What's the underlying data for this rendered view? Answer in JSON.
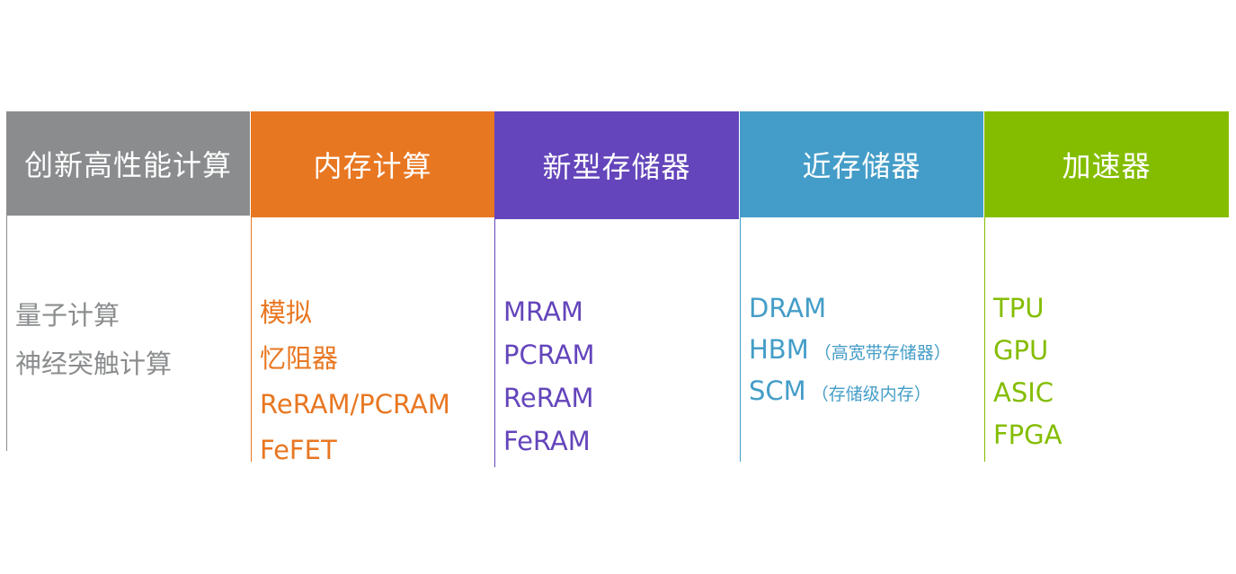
{
  "columns": [
    {
      "header": "创新高性能计算",
      "color": "#8a8c8e",
      "items": [
        {
          "label": "量子计算",
          "note": ""
        },
        {
          "label": "神经突触计算",
          "note": ""
        }
      ]
    },
    {
      "header": "内存计算",
      "color": "#e87722",
      "items": [
        {
          "label": "模拟",
          "note": ""
        },
        {
          "label": "忆阻器",
          "note": ""
        },
        {
          "label": "ReRAM/PCRAM",
          "note": ""
        },
        {
          "label": "FeFET",
          "note": ""
        }
      ]
    },
    {
      "header": "新型存储器",
      "color": "#6445bb",
      "items": [
        {
          "label": "MRAM",
          "note": ""
        },
        {
          "label": "PCRAM",
          "note": ""
        },
        {
          "label": "ReRAM",
          "note": ""
        },
        {
          "label": "FeRAM",
          "note": ""
        }
      ]
    },
    {
      "header": "近存储器",
      "color": "#449dc8",
      "items": [
        {
          "label": "DRAM",
          "note": ""
        },
        {
          "label": "HBM",
          "note": "（高宽带存储器）"
        },
        {
          "label": "SCM",
          "note": "（存储级内存）"
        }
      ]
    },
    {
      "header": "加速器",
      "color": "#84bd00",
      "items": [
        {
          "label": "TPU",
          "note": ""
        },
        {
          "label": "GPU",
          "note": ""
        },
        {
          "label": "ASIC",
          "note": ""
        },
        {
          "label": "FPGA",
          "note": ""
        }
      ]
    }
  ]
}
